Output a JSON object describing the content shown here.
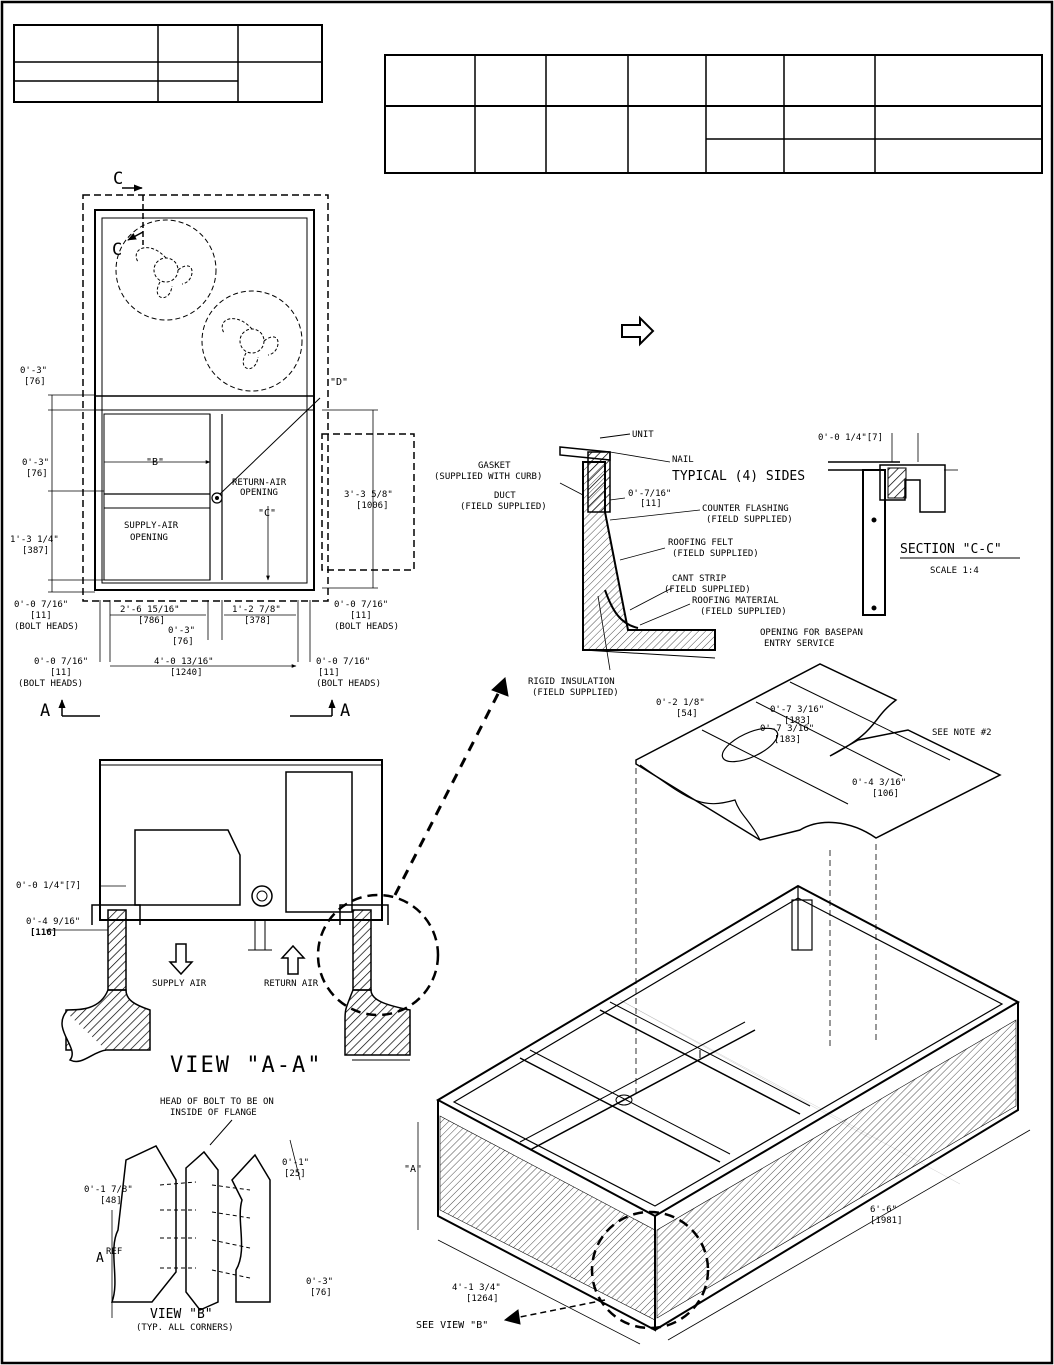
{
  "labels": {
    "section_cut_top": "C",
    "section_cut_top_arrow": "C",
    "detail_d": "\"D\"",
    "detail_b": "\"B\"",
    "detail_c": "\"C\"",
    "return_air_opening": [
      "RETURN-AIR",
      "OPENING"
    ],
    "supply_air_opening": [
      "SUPPLY-AIR",
      "OPENING"
    ],
    "view_a_left": "A",
    "view_a_right": "A",
    "supply_air": "SUPPLY AIR",
    "return_air": "RETURN AIR",
    "view_aa": "VIEW \"A-A\"",
    "head_of_bolt": [
      "HEAD OF BOLT TO BE ON",
      "INSIDE OF FLANGE"
    ],
    "a_ref": "A",
    "ref": "REF",
    "view_b": "VIEW \"B\"",
    "view_b_note": "(TYP. ALL CORNERS)",
    "unit": "UNIT",
    "nail": "NAIL",
    "gasket": [
      "GASKET",
      "(SUPPLIED WITH CURB)"
    ],
    "typical_sides": "TYPICAL (4) SIDES",
    "duct": [
      "DUCT",
      "(FIELD SUPPLIED)"
    ],
    "counter_flashing": [
      "COUNTER FLASHING",
      "(FIELD SUPPLIED)"
    ],
    "roofing_felt": [
      "ROOFING FELT",
      "(FIELD SUPPLIED)"
    ],
    "cant_strip": [
      "CANT STRIP",
      "(FIELD SUPPLIED)"
    ],
    "roofing_material": [
      "ROOFING MATERIAL",
      "(FIELD SUPPLIED)"
    ],
    "rigid_insulation": [
      "RIGID INSULATION",
      "(FIELD SUPPLIED)"
    ],
    "section_cc": "SECTION \"C-C\"",
    "scale": "SCALE 1:4",
    "opening_basepan": [
      "OPENING FOR BASEPAN",
      "ENTRY SERVICE"
    ],
    "see_note": "SEE NOTE #2",
    "see_view_b": "SEE VIEW \"B\"",
    "curb_a": "\"A\""
  },
  "dimensions": {
    "d_0_3_top": [
      "0'-3\"",
      "[76]"
    ],
    "d_0_3_mid": [
      "0'-3\"",
      "[76]"
    ],
    "d_1_3_1_4": [
      "1'-3 1/4\"",
      "[387]"
    ],
    "d_0_0_7_16_left": [
      "0'-0 7/16\"",
      "[11]",
      "(BOLT HEADS)"
    ],
    "d_2_6_15_16": [
      "2'-6 15/16\"",
      "[786]"
    ],
    "d_1_2_7_8": [
      "1'-2 7/8\"",
      "[378]"
    ],
    "d_0_3_bottom": [
      "0'-3\"",
      "[76]"
    ],
    "d_0_0_7_16_right": [
      "0'-0 7/16\"",
      "[11]",
      "(BOLT HEADS)"
    ],
    "d_4_0_13_16": [
      "4'-0 13/16\"",
      "[1240]"
    ],
    "d_bolt_left2": [
      "0'-0 7/16\"",
      "[11]",
      "(BOLT HEADS)"
    ],
    "d_bolt_right2": [
      "0'-0 7/16\"",
      "[11]",
      "(BOLT HEADS)"
    ],
    "d_3_3_5_8": [
      "3'-3 5/8\"",
      "[1006]"
    ],
    "d_0_0_1_4_aa": "0'-0 1/4\"[7]",
    "d_0_4_9_16": [
      "0'-4 9/16\"",
      "[116]"
    ],
    "d_0_1_7_8": [
      "0'-1 7/8\"",
      "[48]"
    ],
    "d_0_1": [
      "0'-1\"",
      "[25]"
    ],
    "d_0_3_viewb": [
      "0'-3\"",
      "[76]"
    ],
    "d_0_7_16_detail": [
      "0'-7/16\"",
      "[11]"
    ],
    "d_0_0_1_4_cc": "0'-0 1/4\"[7]",
    "d_0_2_1_8": [
      "0'-2 1/8\"",
      "[54]"
    ],
    "d_0_7_3_16_a": [
      "0'-7 3/16\"",
      "[183]"
    ],
    "d_0_7_3_16_b": [
      "0'-7 3/16\"",
      "[183]"
    ],
    "d_0_4_3_16": [
      "0'-4 3/16\"",
      "[106]"
    ],
    "d_4_1_3_4": [
      "4'-1 3/4\"",
      "[1264]"
    ],
    "d_6_6": [
      "6'-6\"",
      "[1981]"
    ]
  }
}
